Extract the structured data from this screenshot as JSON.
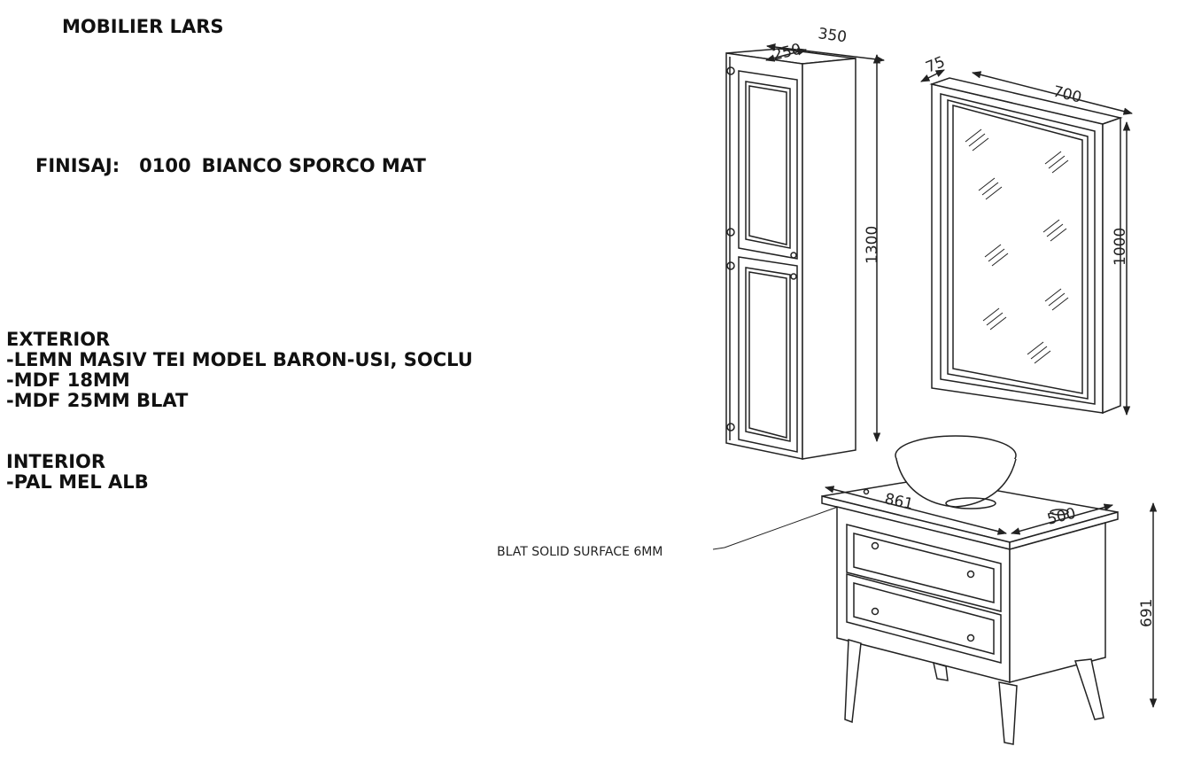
{
  "title": "MOBILIER LARS",
  "finish": {
    "label": "FINISAJ:",
    "code": "0100",
    "name": "BIANCO SPORCO MAT"
  },
  "exterior": {
    "heading": "EXTERIOR",
    "items": [
      "-LEMN MASIV TEI MODEL BARON-USI, SOCLU",
      "-MDF 18MM",
      "-MDF 25MM BLAT"
    ]
  },
  "interior": {
    "heading": "INTERIOR",
    "items": [
      "-PAL MEL ALB"
    ]
  },
  "column_cabinet": {
    "depth_outer": "350",
    "depth_inner": "250",
    "height": "1300"
  },
  "mirror": {
    "frame_depth": "75",
    "width": "700",
    "height": "1000"
  },
  "vanity": {
    "width": "861",
    "depth": "500",
    "height": "691",
    "top_note": "BLAT SOLID SURFACE 6MM"
  },
  "colors": {
    "line": "#222222",
    "background": "#ffffff"
  }
}
